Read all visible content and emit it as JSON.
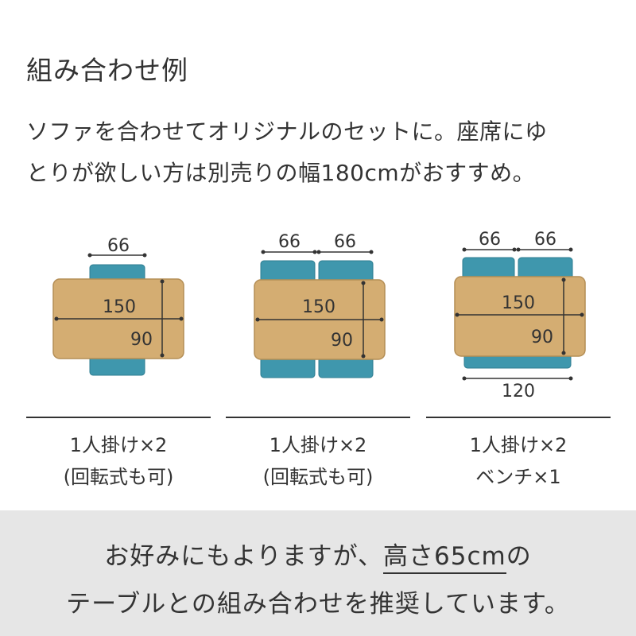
{
  "heading": "組み合わせ例",
  "description": {
    "line1": "ソファを合わせてオリジナルのセットに。座席にゆ",
    "line2": "とりが欲しい方は別売りの幅180cmがおすすめ。"
  },
  "colors": {
    "table": "#d4ad72",
    "seat": "#3f97ad",
    "text": "#333333",
    "banner": "#e6e6e6"
  },
  "examples": [
    {
      "dims": {
        "seat_width": "66",
        "table_width": "150",
        "table_depth": "90"
      },
      "caption": {
        "line1": "1人掛け×2",
        "line2": "(回転式も可)"
      }
    },
    {
      "dims": {
        "seat_width_left": "66",
        "seat_width_right": "66",
        "table_width": "150",
        "table_depth": "90"
      },
      "caption": {
        "line1": "1人掛け×2",
        "line2": "(回転式も可)"
      }
    },
    {
      "dims": {
        "seat_width_left": "66",
        "seat_width_right": "66",
        "table_width": "150",
        "table_depth": "90",
        "bench_width": "120"
      },
      "caption": {
        "line1": "1人掛け×2",
        "line2": "ベンチ×1"
      }
    }
  ],
  "banner": {
    "line1_before": "お好みにもよりますが、",
    "line1_highlight": "高さ65cm",
    "line1_after": "の",
    "line2": "テーブルとの組み合わせを推奨しています。"
  }
}
